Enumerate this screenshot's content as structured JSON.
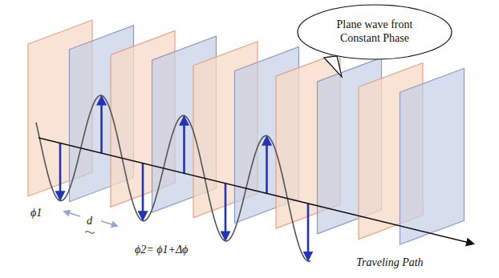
{
  "diagram": {
    "nodes": [
      {
        "text": [
          "Plane wave front Constant Phase"
        ]
      }
    ],
    "labels": [
      "ϕ1",
      "d",
      "ϕ2=  ϕ1+Δϕ",
      "Traveling Path"
    ]
  }
}
